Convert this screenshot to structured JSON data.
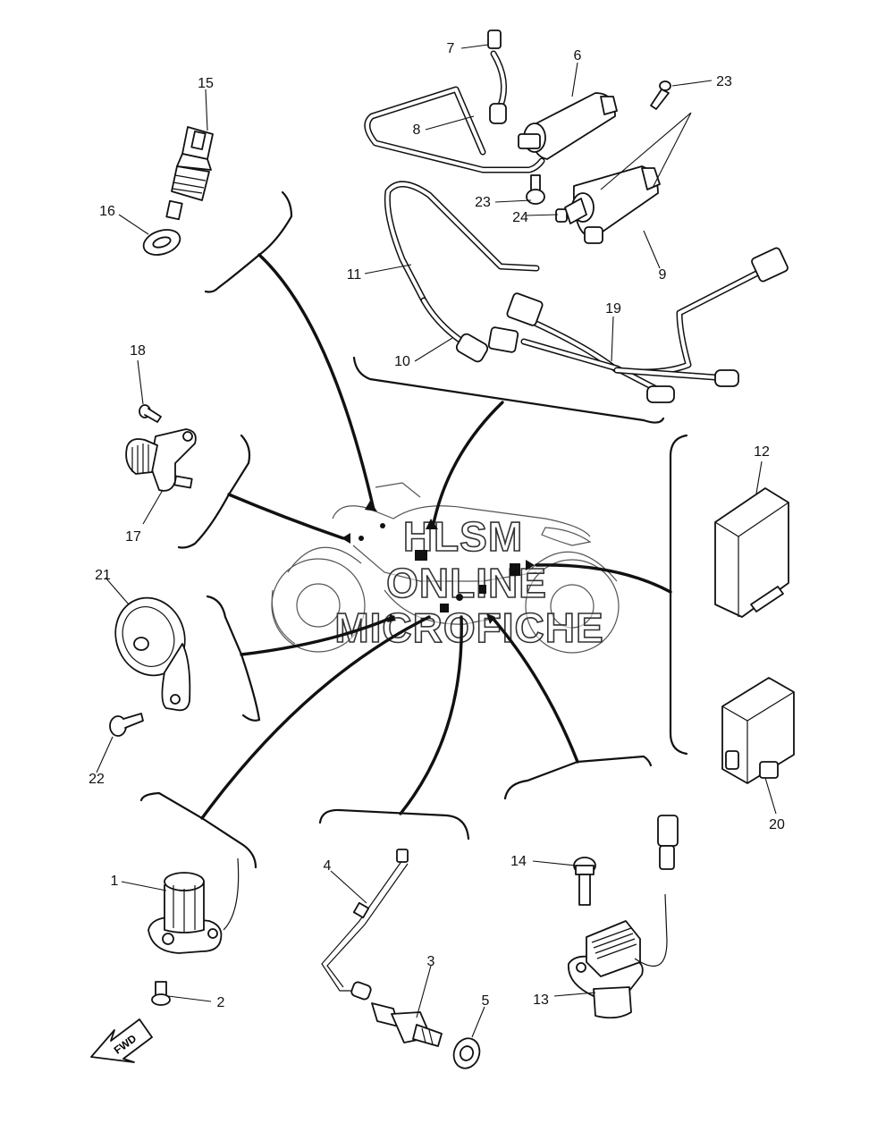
{
  "watermark": {
    "line1": "HLSM",
    "line2": "ONLINE",
    "line3": "MICROFICHE"
  },
  "fwd_label": "FWD",
  "callouts": [
    {
      "id": "c1",
      "label": "1"
    },
    {
      "id": "c2",
      "label": "2"
    },
    {
      "id": "c3",
      "label": "3"
    },
    {
      "id": "c4",
      "label": "4"
    },
    {
      "id": "c5",
      "label": "5"
    },
    {
      "id": "c6",
      "label": "6"
    },
    {
      "id": "c7",
      "label": "7"
    },
    {
      "id": "c8",
      "label": "8"
    },
    {
      "id": "c9",
      "label": "9"
    },
    {
      "id": "c10",
      "label": "10"
    },
    {
      "id": "c11",
      "label": "11"
    },
    {
      "id": "c12",
      "label": "12"
    },
    {
      "id": "c13",
      "label": "13"
    },
    {
      "id": "c14",
      "label": "14"
    },
    {
      "id": "c15",
      "label": "15"
    },
    {
      "id": "c16",
      "label": "16"
    },
    {
      "id": "c17",
      "label": "17"
    },
    {
      "id": "c18",
      "label": "18"
    },
    {
      "id": "c19",
      "label": "19"
    },
    {
      "id": "c20",
      "label": "20"
    },
    {
      "id": "c21",
      "label": "21"
    },
    {
      "id": "c22",
      "label": "22"
    },
    {
      "id": "c23a",
      "label": "23"
    },
    {
      "id": "c23b",
      "label": "23"
    },
    {
      "id": "c24",
      "label": "24"
    }
  ]
}
